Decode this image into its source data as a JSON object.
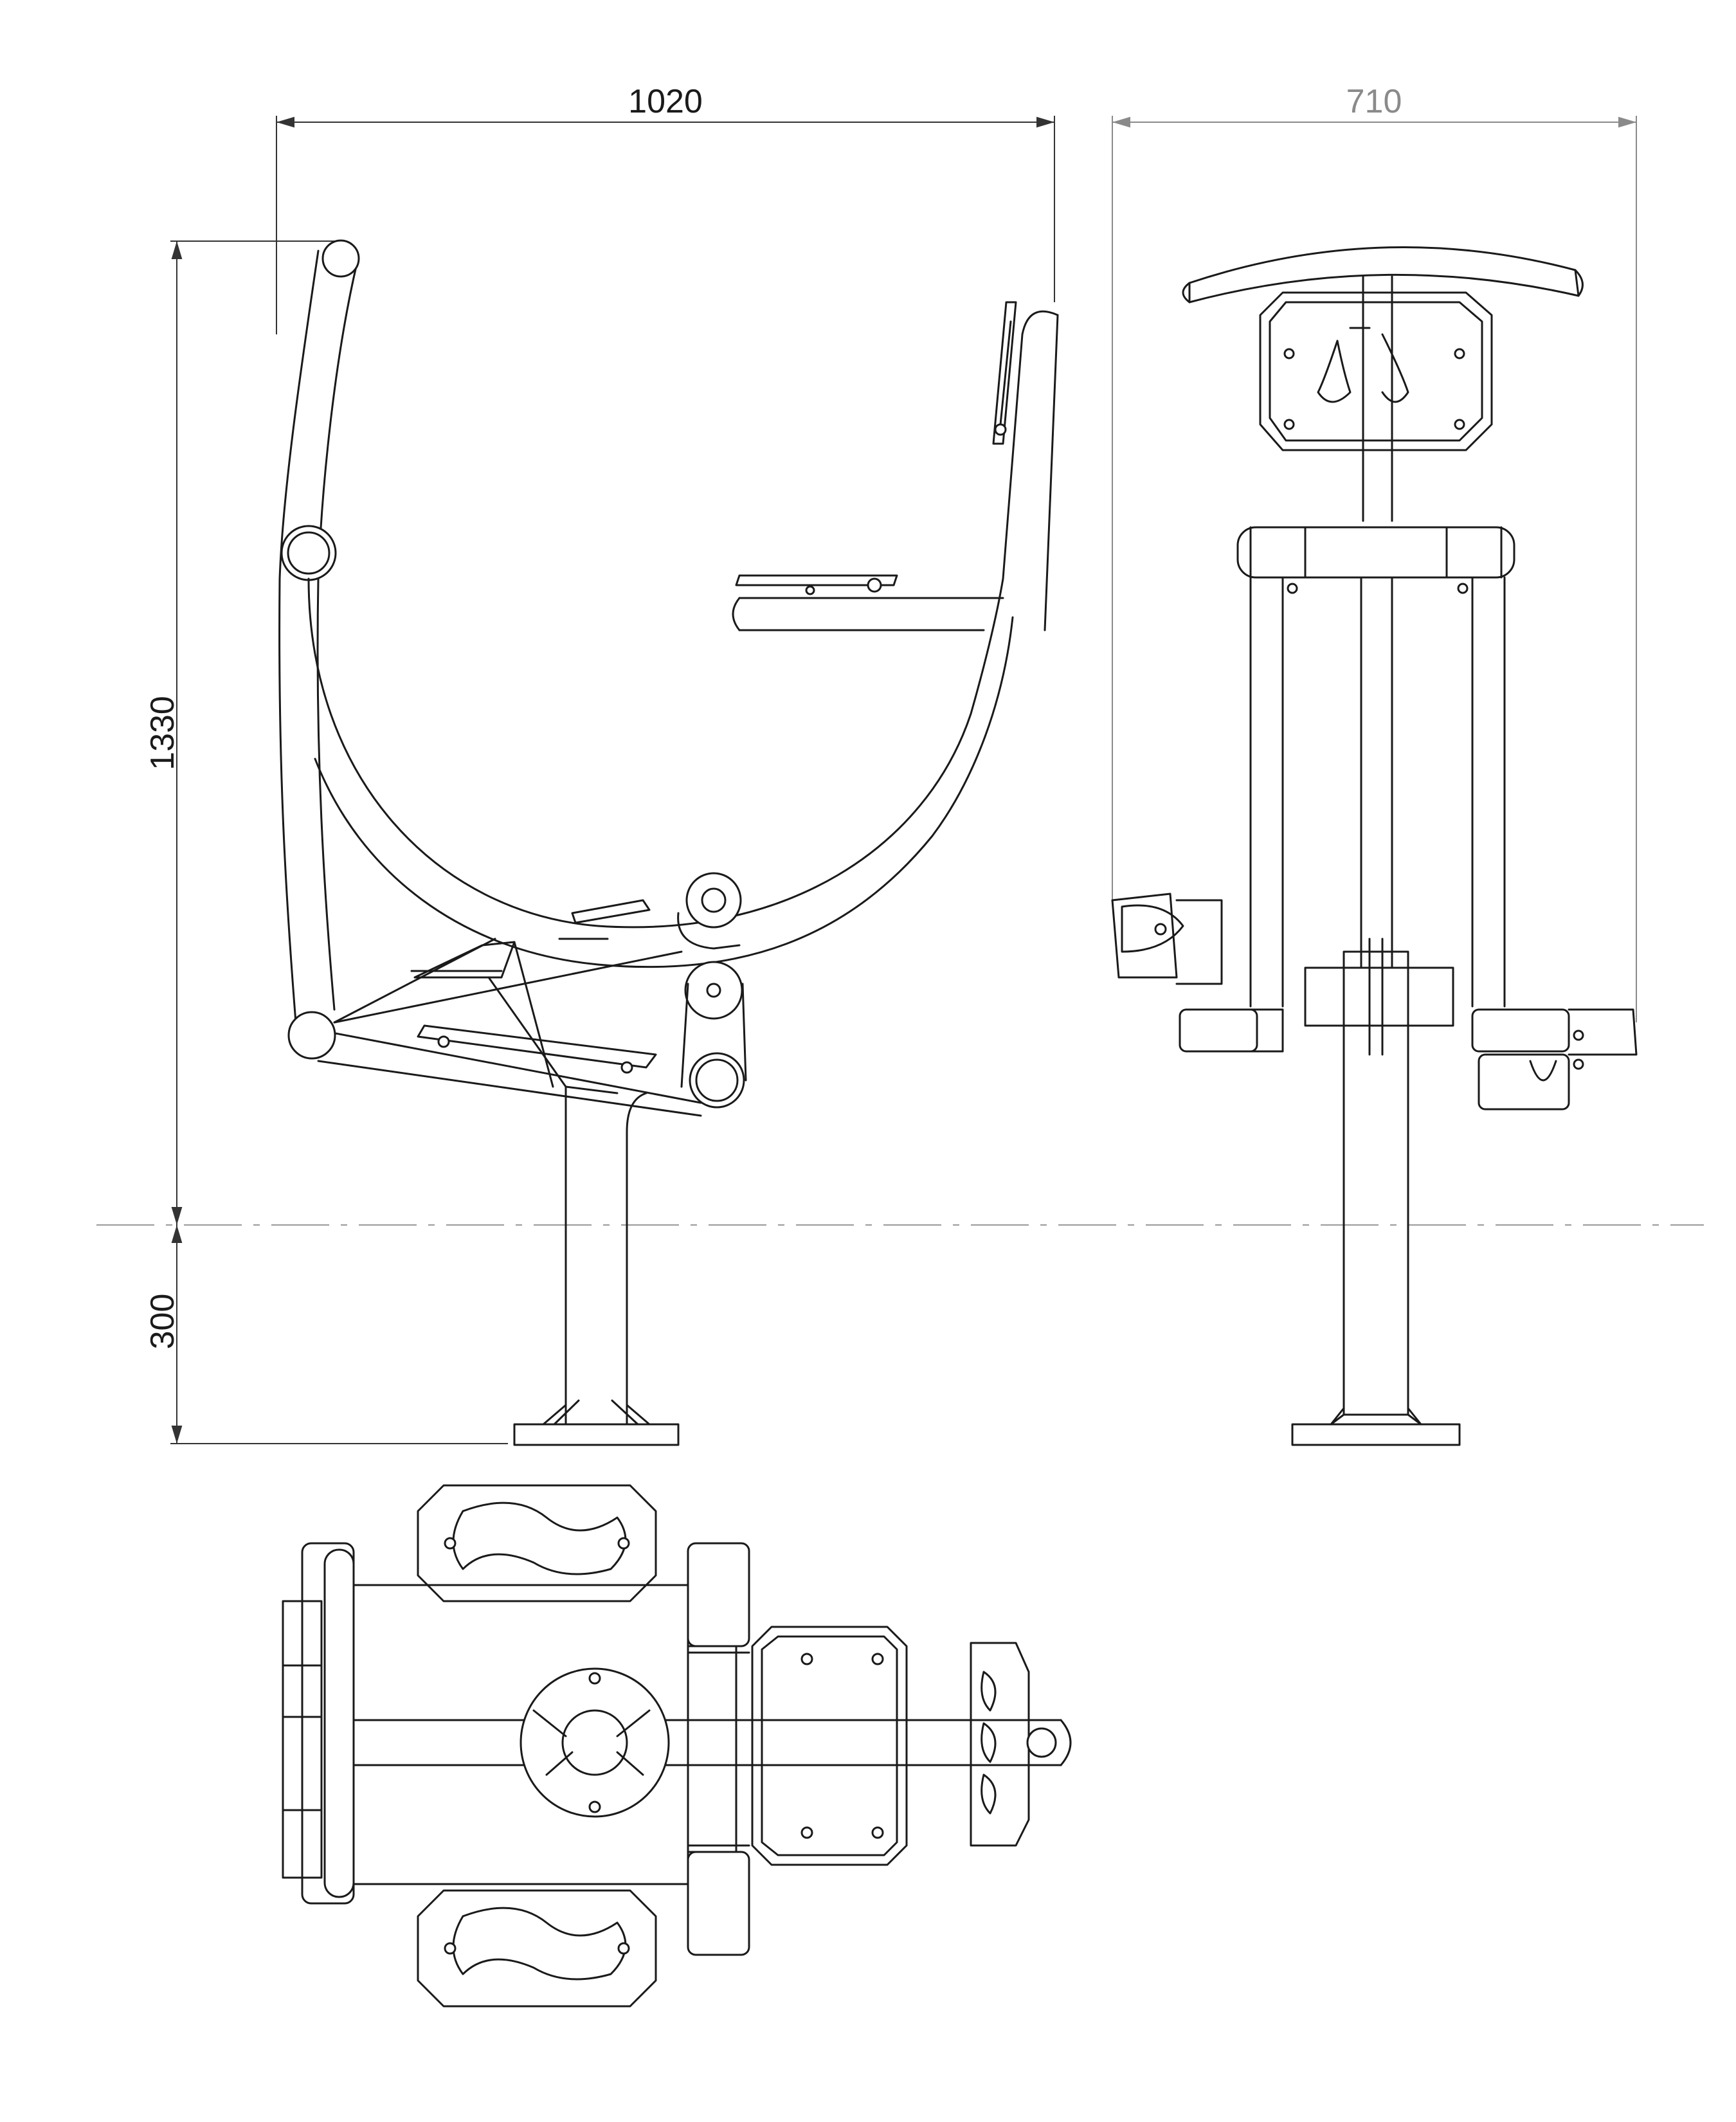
{
  "dimensions": {
    "width_side": "1020",
    "width_front": "710",
    "height_above_ground": "1330",
    "depth_below_ground": "300"
  },
  "colors": {
    "line": "#1a1a1a",
    "dimension": "#333333",
    "dimension_secondary": "#8a8a8a",
    "background": "#ffffff"
  }
}
